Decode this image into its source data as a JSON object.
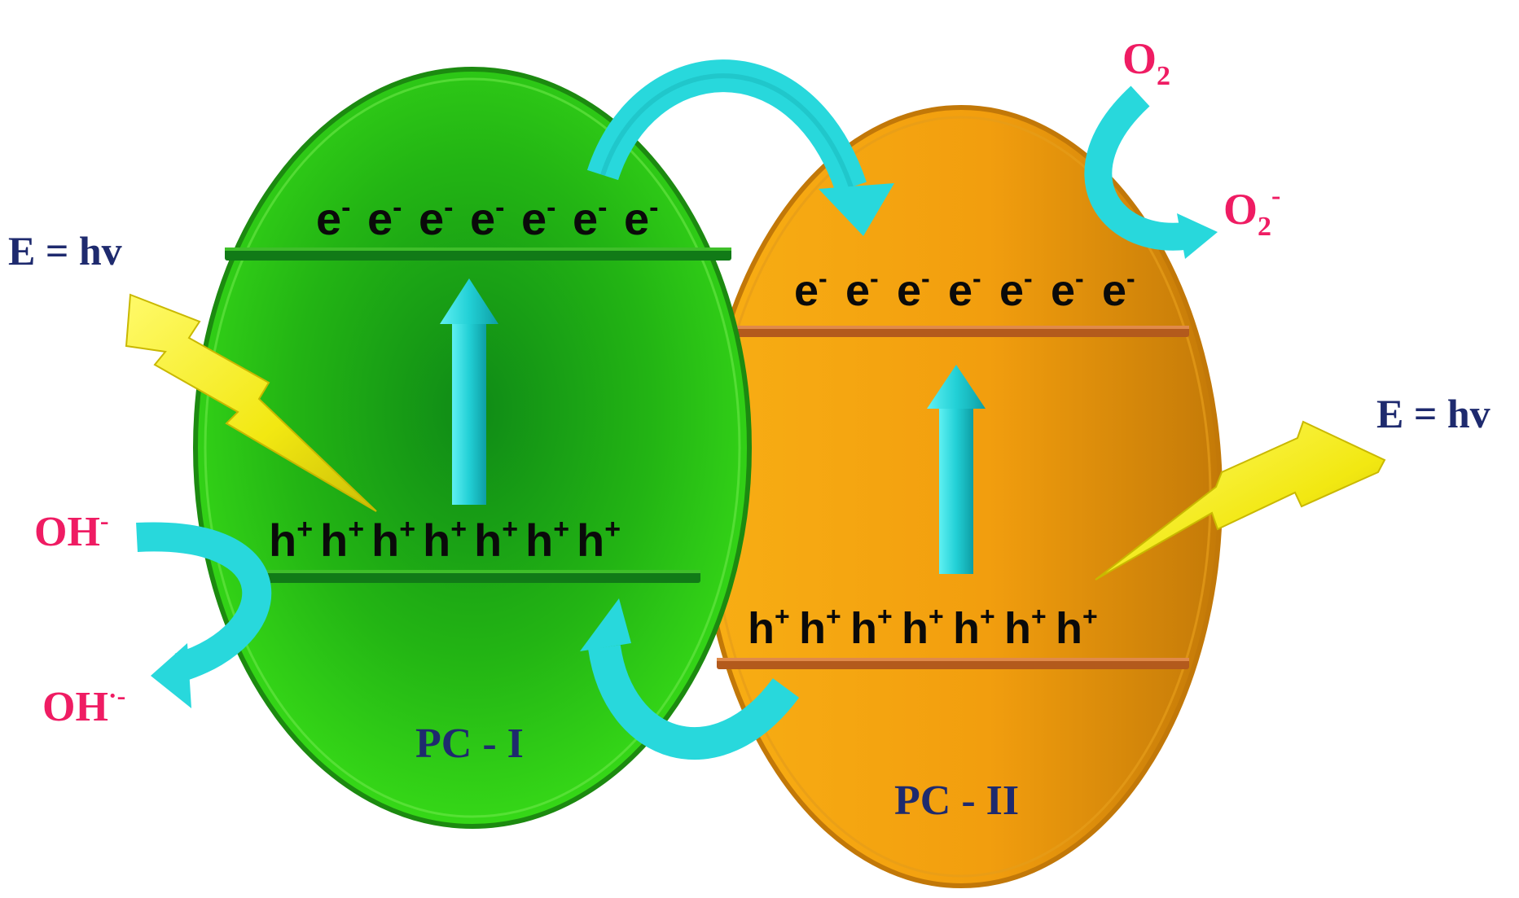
{
  "labels": {
    "energy_left": "E = hv",
    "energy_right": "E = hv",
    "pc1": "PC - I",
    "pc2": "PC - II",
    "oh_in_base": "OH",
    "oh_in_sup": "-",
    "oh_out_base": "OH",
    "oh_out_sup": "·-",
    "o2_in_base": "O",
    "o2_in_sub": "2",
    "o2_out_base": "O",
    "o2_out_sub": "2",
    "o2_out_sup": "-"
  },
  "pc1": {
    "electrons": [
      "e",
      "e",
      "e",
      "e",
      "e",
      "e",
      "e"
    ],
    "electron_sup": "-",
    "holes": [
      "h",
      "h",
      "h",
      "h",
      "h",
      "h",
      "h"
    ],
    "hole_sup": "+"
  },
  "pc2": {
    "electrons": [
      "e",
      "e",
      "e",
      "e",
      "e",
      "e",
      "e"
    ],
    "electron_sup": "-",
    "holes": [
      "h",
      "h",
      "h",
      "h",
      "h",
      "h",
      "h"
    ],
    "hole_sup": "+"
  },
  "colors": {
    "pc1_fill": "#2fd313",
    "pc1_center": "#0f8a16",
    "pc1_band": "#117a17",
    "pc2_fill": "#f5a30f",
    "pc2_edge": "#c27808",
    "pc2_band": "#b35a1c",
    "arrow": "#28d8dc",
    "arrow_dark": "#11a8ad",
    "lightning": "#f4ee1a",
    "species": "#ef1c63",
    "label": "#1e2a6e"
  }
}
